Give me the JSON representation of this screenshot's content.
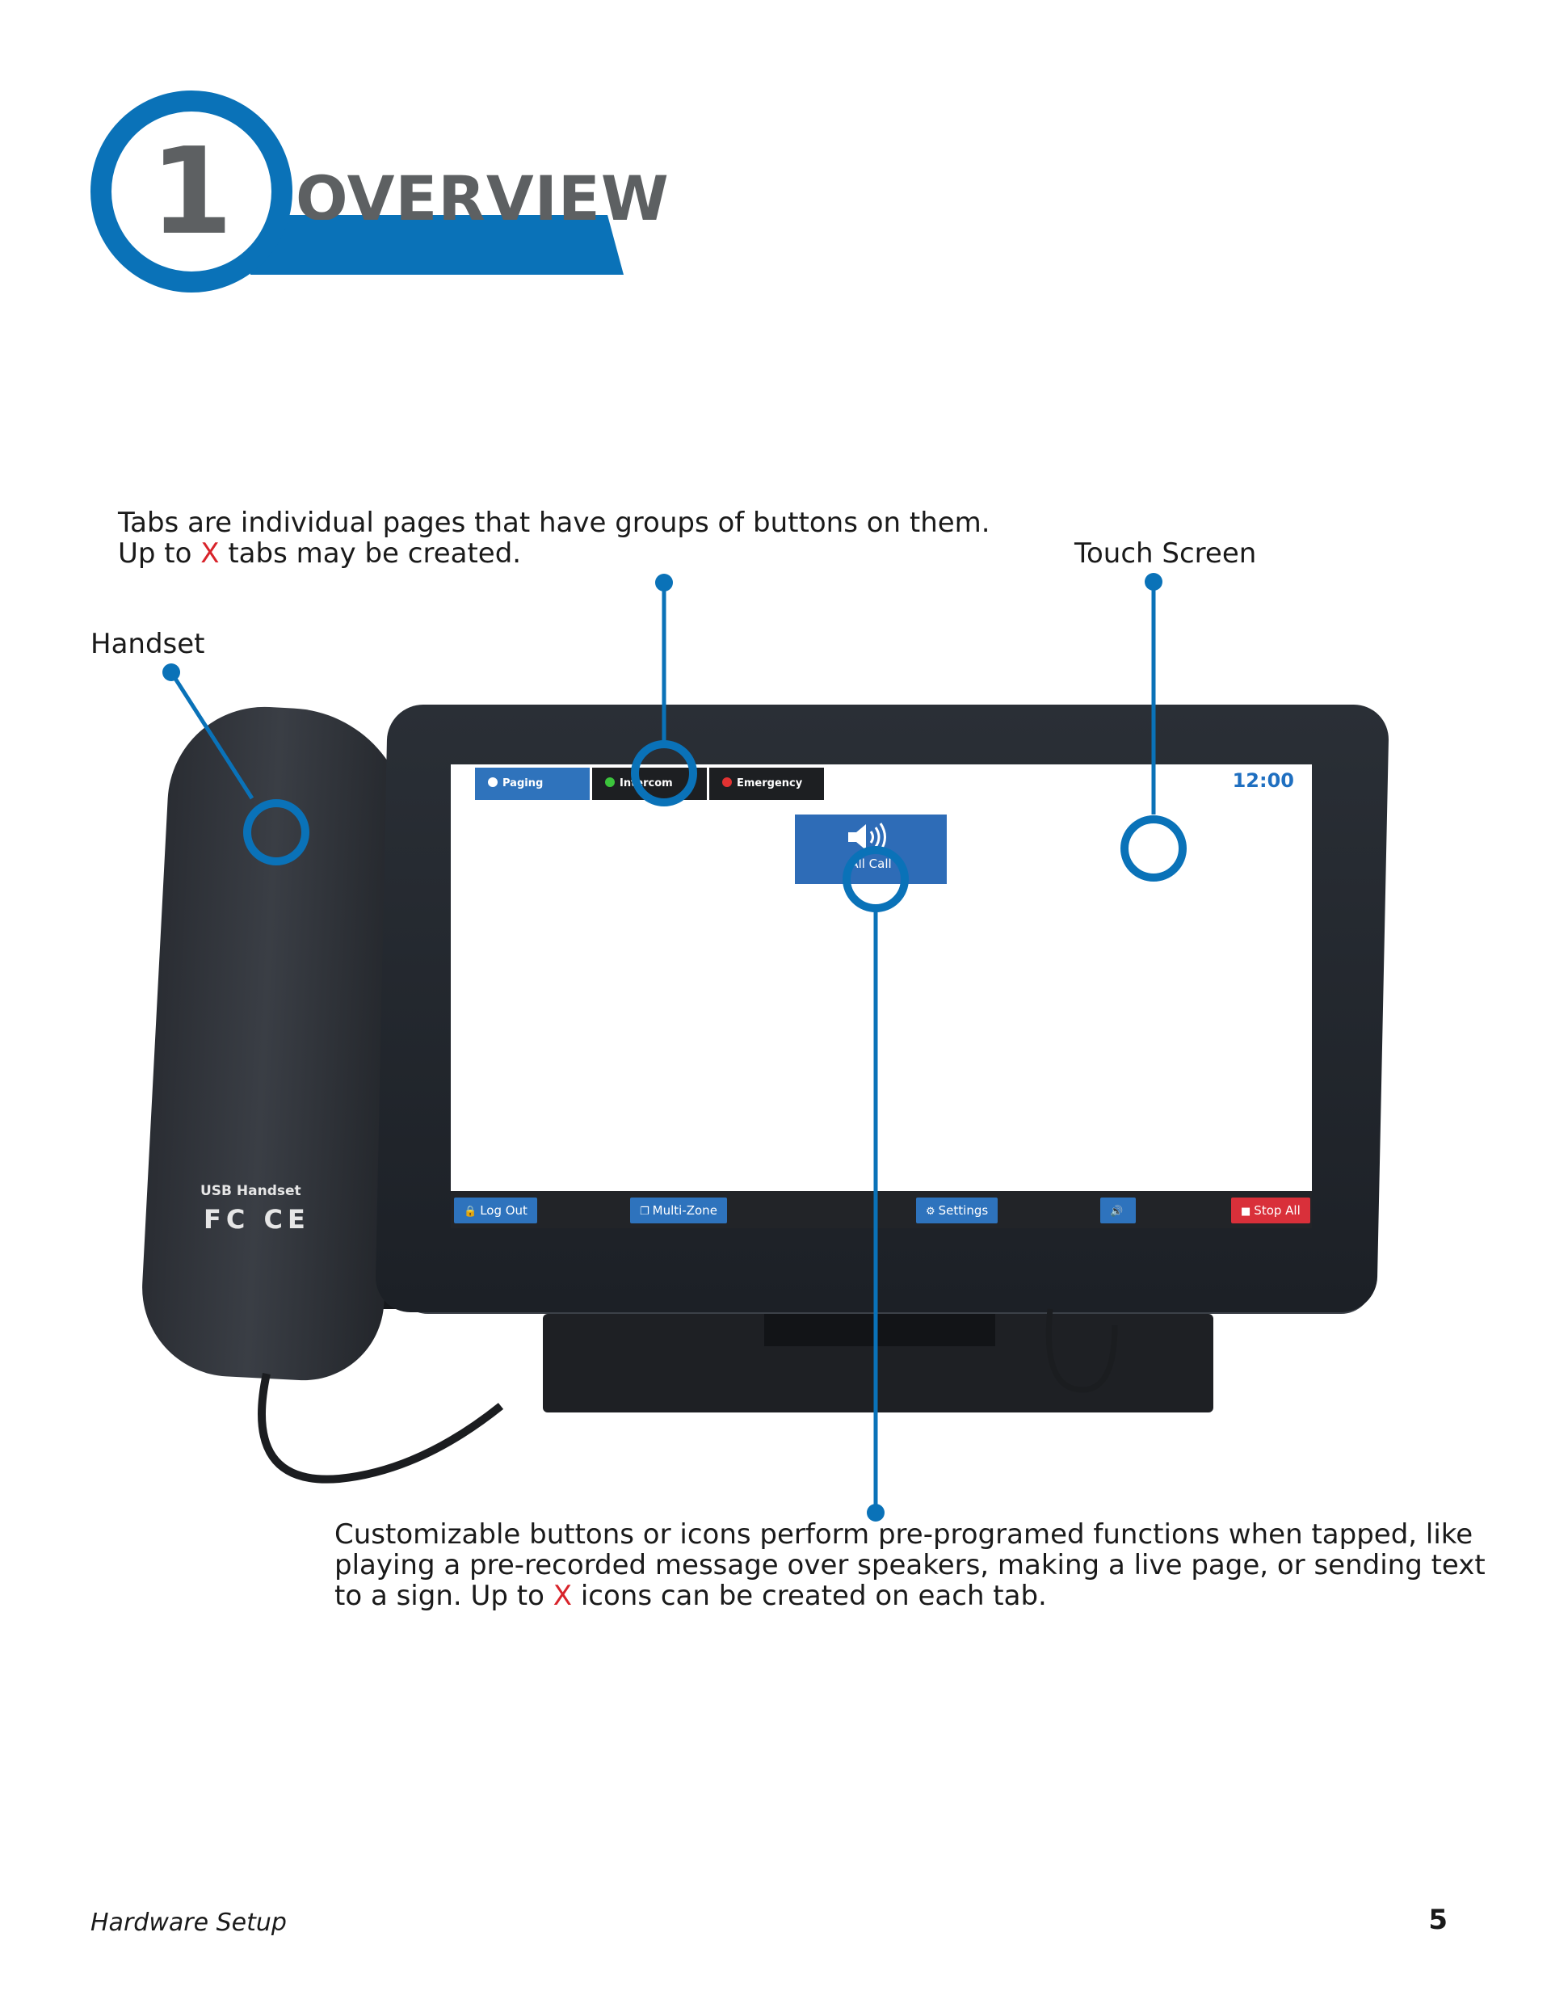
{
  "header": {
    "number": "1",
    "title": "OVERVIEW"
  },
  "callouts": {
    "tabs_line1": "Tabs are individual pages that have groups of buttons on them.",
    "tabs_line2_pre": "Up to ",
    "tabs_line2_x": "X",
    "tabs_line2_post": " tabs may be created.",
    "touch_screen": "Touch Screen",
    "handset": "Handset",
    "buttons_line1": "Customizable buttons or icons perform pre-programed functions when tapped, like",
    "buttons_line2": "playing a pre-recorded message over speakers, making a live page, or sending text",
    "buttons_line3_pre": "to a sign. Up to ",
    "buttons_line3_x": "X",
    "buttons_line3_post": " icons can be created on each tab."
  },
  "device": {
    "tabs": [
      {
        "label": "Paging",
        "dot_color": "#ffffff"
      },
      {
        "label": "Intercom",
        "dot_color": "#3cc43c"
      },
      {
        "label": "Emergency",
        "dot_color": "#e23232"
      }
    ],
    "clock": "12:00",
    "main_button_label": "All Call",
    "bottom_buttons": {
      "logout": "Log Out",
      "multizone": "Multi-Zone",
      "settings": "Settings",
      "stop_all": "Stop All"
    },
    "handset_label": "USB Handset",
    "handset_marks": "FC CE"
  },
  "footer": {
    "section": "Hardware Setup",
    "page": "5"
  },
  "colors": {
    "accent": "#0a72b8",
    "red": "#d8232a"
  }
}
